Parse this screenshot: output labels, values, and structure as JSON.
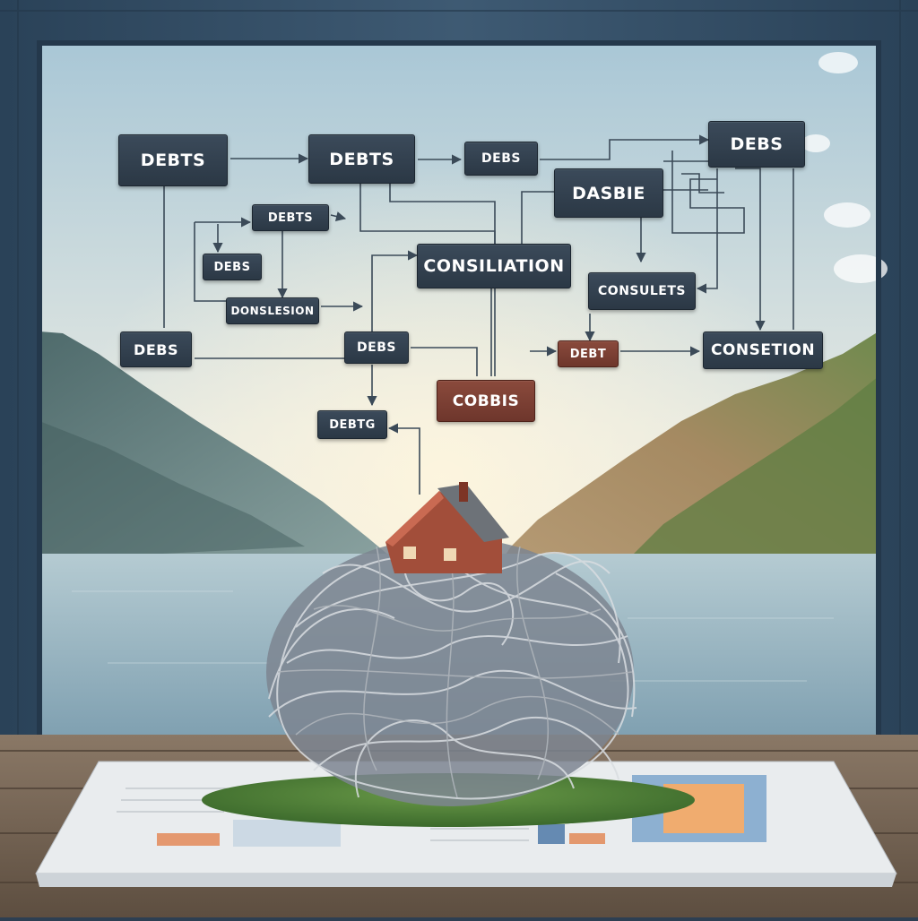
{
  "diagram": {
    "nodes": [
      {
        "id": "n1",
        "label": "DEBTS"
      },
      {
        "id": "n2",
        "label": "DEBTS"
      },
      {
        "id": "n3",
        "label": "DEBS"
      },
      {
        "id": "n4",
        "label": "DEBS"
      },
      {
        "id": "n5",
        "label": "DASBIE"
      },
      {
        "id": "n6",
        "label": "DEBTS"
      },
      {
        "id": "n7",
        "label": "DEBS"
      },
      {
        "id": "n8",
        "label": "CONSILIATION"
      },
      {
        "id": "n9",
        "label": "CONSULETS"
      },
      {
        "id": "n10",
        "label": "DONSLESION"
      },
      {
        "id": "n11",
        "label": "DEBS"
      },
      {
        "id": "n12",
        "label": "DEBS"
      },
      {
        "id": "n13",
        "label": "DEBT"
      },
      {
        "id": "n14",
        "label": "CONSETION"
      },
      {
        "id": "n15",
        "label": "COBBIS"
      },
      {
        "id": "n16",
        "label": "DEBTG"
      }
    ]
  },
  "colors": {
    "sky_top": "#b9d3de",
    "sky_bottom": "#f3efe2",
    "frame": "#34506a",
    "node_fill": "#34414f",
    "node_accent": "#7a3f33",
    "lake": "#8fb1c0",
    "table": "#7a6a5a",
    "grass": "#4a7a3a"
  }
}
